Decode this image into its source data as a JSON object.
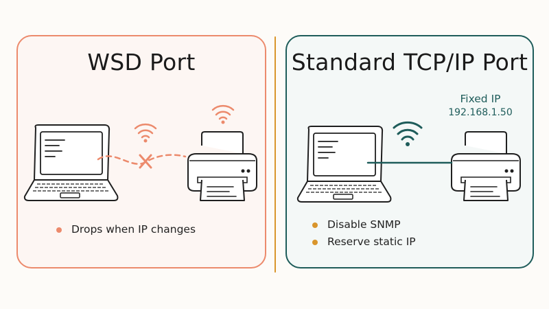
{
  "colors": {
    "wsd_accent": "#ec8a6c",
    "tcp_accent": "#1e5c5a",
    "divider": "#d9952c",
    "bullet_orange": "#d9952c",
    "bullet_salmon": "#ec8a6c"
  },
  "wsd": {
    "title": "WSD Port",
    "bullets": [
      "Drops when IP changes"
    ],
    "icons": [
      "laptop-icon",
      "printer-icon",
      "wifi-icon",
      "broken-link-x-icon"
    ]
  },
  "tcp": {
    "title": "Standard TCP/IP Port",
    "fixed_ip_label": "Fixed IP",
    "ip_address": "192.168.1.50",
    "bullets": [
      "Disable SNMP",
      "Reserve static IP"
    ],
    "icons": [
      "laptop-icon",
      "printer-icon",
      "wifi-icon",
      "network-cable"
    ]
  }
}
